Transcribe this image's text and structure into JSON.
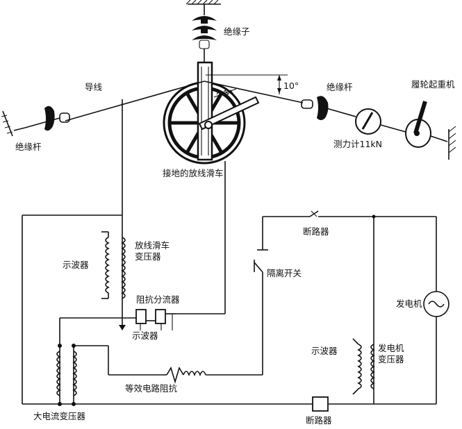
{
  "labels": {
    "insulator": "绝缘子",
    "conductor": "导线",
    "angle": "10°",
    "insulated_rod_right": "绝缘杆",
    "insulated_rod_left": "绝缘杆",
    "crane": "履轮起重机",
    "dynamometer": "测力计11kN",
    "grounded_pulley": "接地的放线滑车",
    "breaker_top": "断路器",
    "disconnect_switch": "隔离开关",
    "oscilloscope_left": "示波器",
    "pulley_transformer_line1": "放线滑车",
    "pulley_transformer_line2": "变压器",
    "impedance_shunt": "阻抗分流器",
    "oscilloscope_mid": "示波器",
    "generator": "发电机",
    "oscilloscope_right": "示波器",
    "gen_transformer_line1": "发电机",
    "gen_transformer_line2": "变压器",
    "equiv_impedance": "等效电路阻抗",
    "big_current_transformer": "大电流变压器",
    "breaker_bottom": "断路器"
  }
}
